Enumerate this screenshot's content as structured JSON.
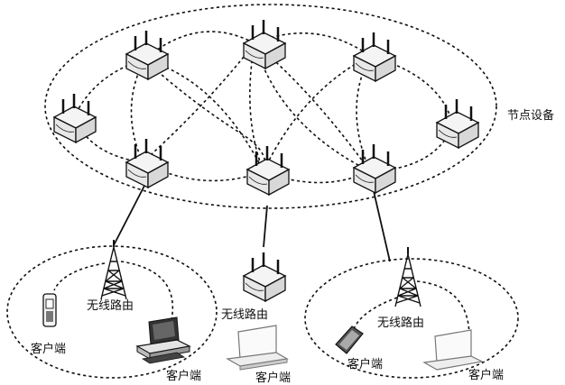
{
  "labels": {
    "node_devices": "节点设备",
    "wireless_router_left": "无线路由",
    "wireless_router_center": "无线路由",
    "wireless_router_right": "无线路由",
    "client_left_phone": "客户端",
    "client_left_pc": "客户端",
    "client_center_laptop": "客户端",
    "client_right_phone": "客户端",
    "client_right_laptop": "客户端"
  },
  "colors": {
    "stroke": "#111111",
    "device_fill": "#f2f2f2",
    "background": "#ffffff"
  },
  "icons": [
    "router-icon",
    "antenna-tower-icon",
    "mobile-phone-icon",
    "desktop-computer-icon",
    "laptop-icon"
  ]
}
